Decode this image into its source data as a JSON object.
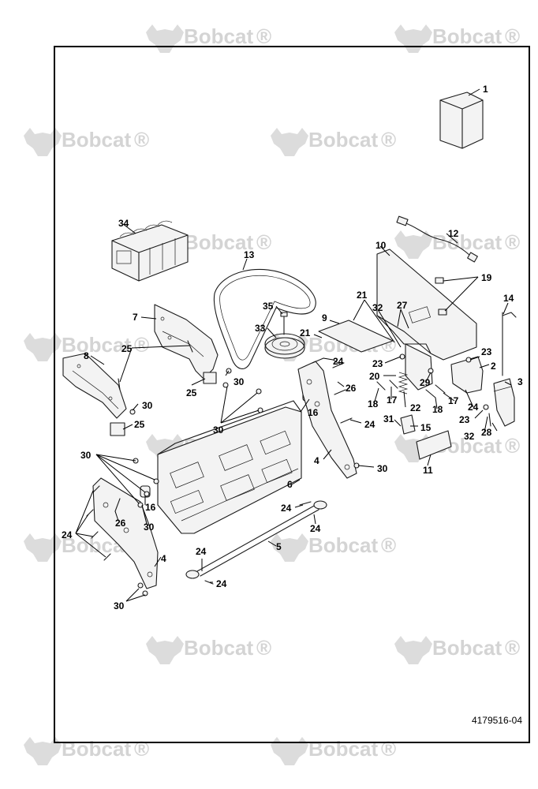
{
  "watermark": {
    "brand": "Bobcat",
    "reg": "®"
  },
  "doc_number": "4179516-04",
  "callouts": [
    "1",
    "2",
    "3",
    "4",
    "5",
    "6",
    "7",
    "8",
    "9",
    "10",
    "11",
    "12",
    "13",
    "14",
    "15",
    "16",
    "17",
    "18",
    "19",
    "20",
    "21",
    "22",
    "23",
    "24",
    "25",
    "26",
    "27",
    "28",
    "29",
    "30",
    "31",
    "32",
    "33",
    "34",
    "35"
  ],
  "colors": {
    "line": "#1a1a1a",
    "watermark": "#d4d4d4",
    "background": "#ffffff"
  }
}
